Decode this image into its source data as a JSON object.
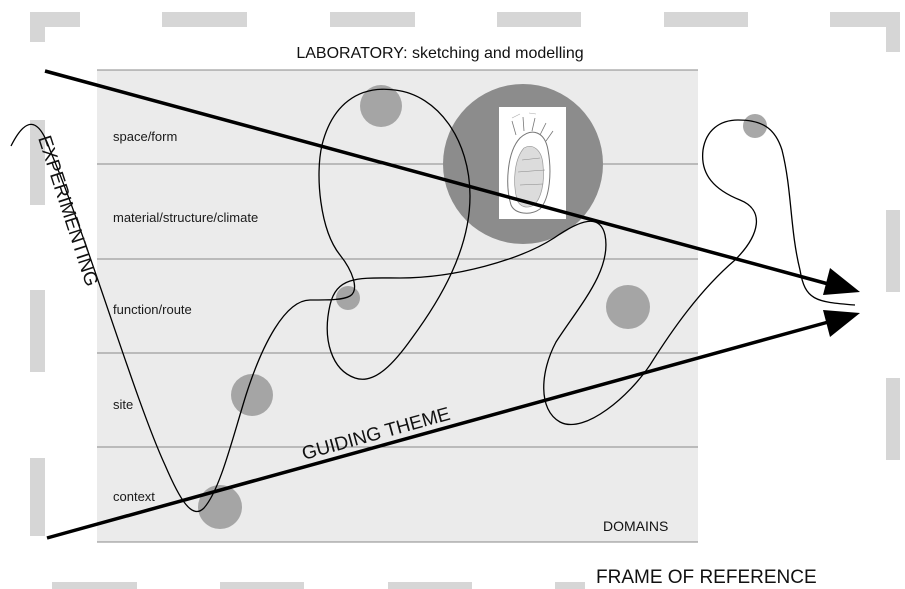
{
  "title": "LABORATORY:  sketching and modelling",
  "domains": [
    "space/form",
    "material/structure/climate",
    "function/route",
    "site",
    "context"
  ],
  "domains_caption": "DOMAINS",
  "frame_caption": "FRAME OF REFERENCE",
  "experimenting_label": "EXPERIMENTING",
  "guiding_theme_label": "GUIDING THEME",
  "colors": {
    "panel": "#ebebeb",
    "dashes": "#d6d6d6",
    "blobs": "#999999",
    "lines": "#000000"
  }
}
